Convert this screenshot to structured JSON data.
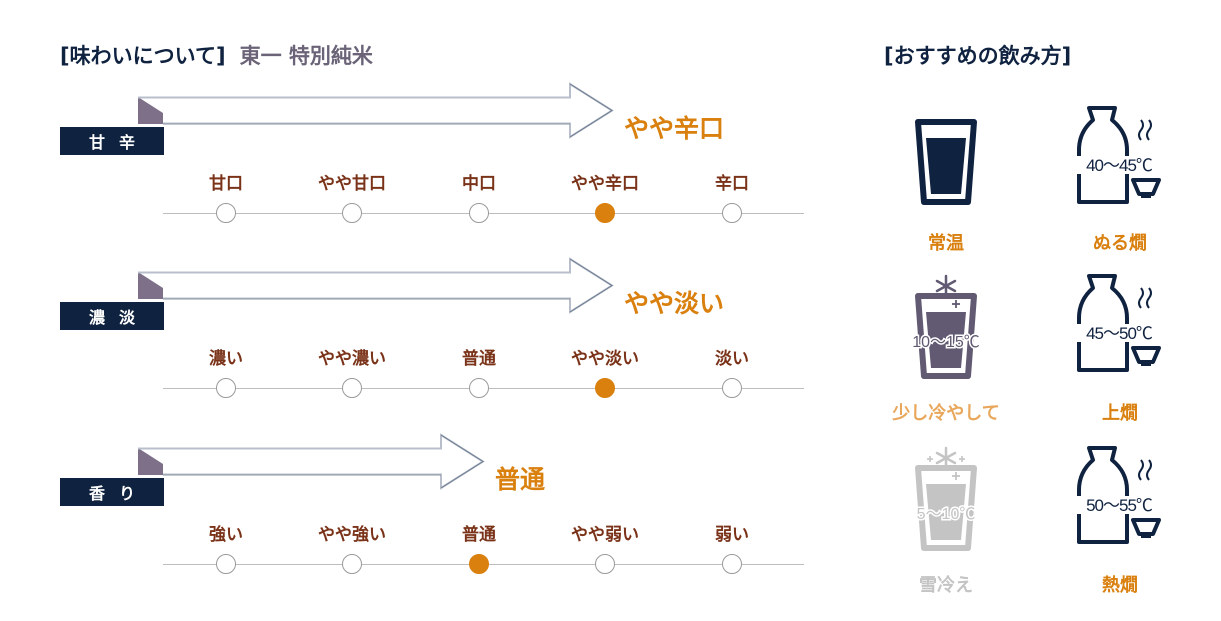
{
  "header": {
    "title": "[味わいについて]",
    "product": "東一 特別純米",
    "serving_title": "[おすすめの飲み方]"
  },
  "colors": {
    "navy": "#0f2240",
    "accent": "#d9800f",
    "label_brown": "#7a3319",
    "muted_purple": "#615a72",
    "light_orange": "#e8a75a",
    "gray": "#c4c4c4"
  },
  "taste": [
    {
      "tag": "甘辛",
      "result": "やや辛口",
      "selected_index": 3,
      "scale": [
        "甘口",
        "やや甘口",
        "中口",
        "やや辛口",
        "辛口"
      ]
    },
    {
      "tag": "濃淡",
      "result": "やや淡い",
      "selected_index": 3,
      "scale": [
        "濃い",
        "やや濃い",
        "普通",
        "やや淡い",
        "淡い"
      ]
    },
    {
      "tag": "香り",
      "result": "普通",
      "selected_index": 2,
      "scale": [
        "強い",
        "やや強い",
        "普通",
        "やや弱い",
        "弱い"
      ]
    }
  ],
  "serving": [
    {
      "label": "常温",
      "icon": "glass-icon",
      "temp": "",
      "state": "recommended"
    },
    {
      "label": "ぬる燗",
      "icon": "tokkuri-icon",
      "temp": "40〜45℃",
      "state": "recommended"
    },
    {
      "label": "少し冷やして",
      "icon": "chilled-glass-icon",
      "temp": "10〜15℃",
      "state": "partial"
    },
    {
      "label": "上燗",
      "icon": "tokkuri-icon",
      "temp": "45〜50℃",
      "state": "recommended"
    },
    {
      "label": "雪冷え",
      "icon": "snow-glass-icon",
      "temp": "5〜10℃",
      "state": "not-recommended"
    },
    {
      "label": "熱燗",
      "icon": "tokkuri-icon",
      "temp": "50〜55℃",
      "state": "recommended"
    }
  ]
}
